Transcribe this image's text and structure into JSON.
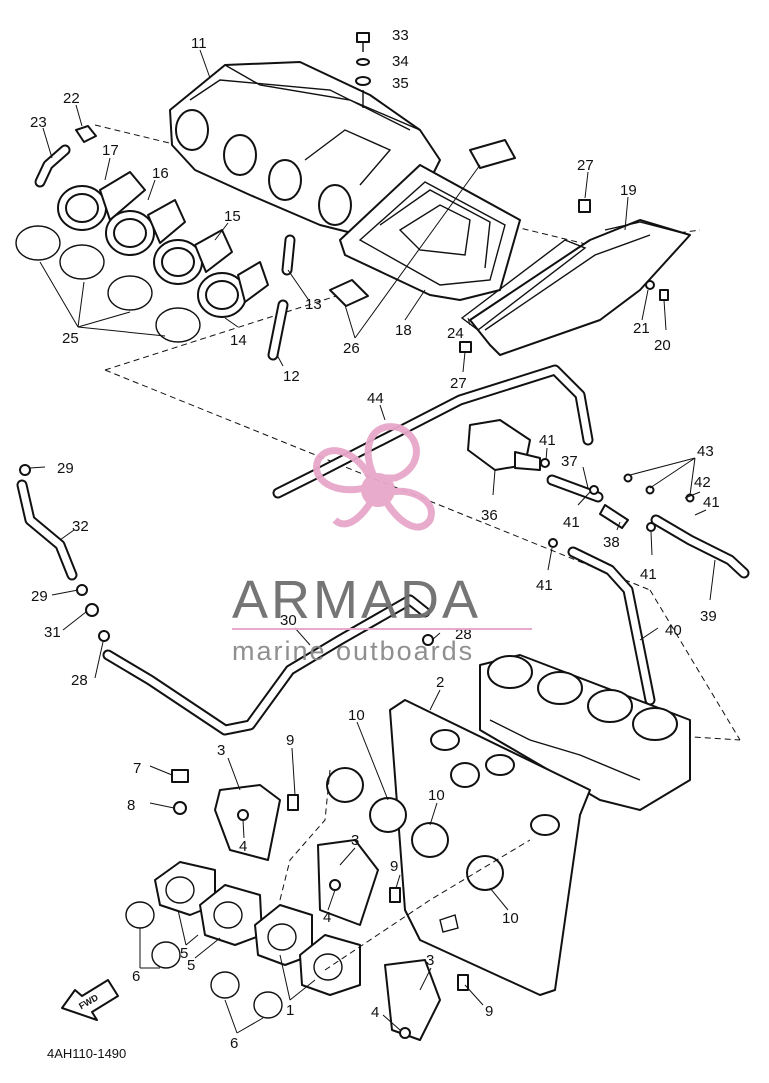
{
  "diagram": {
    "callouts": [
      {
        "id": "c11",
        "label": "11"
      },
      {
        "id": "c33",
        "label": "33"
      },
      {
        "id": "c34",
        "label": "34"
      },
      {
        "id": "c35",
        "label": "35"
      },
      {
        "id": "c22",
        "label": "22"
      },
      {
        "id": "c23",
        "label": "23"
      },
      {
        "id": "c17",
        "label": "17"
      },
      {
        "id": "c16",
        "label": "16"
      },
      {
        "id": "c15",
        "label": "15"
      },
      {
        "id": "c27a",
        "label": "27"
      },
      {
        "id": "c19",
        "label": "19"
      },
      {
        "id": "c25",
        "label": "25"
      },
      {
        "id": "c14",
        "label": "14"
      },
      {
        "id": "c13",
        "label": "13"
      },
      {
        "id": "c12",
        "label": "12"
      },
      {
        "id": "c26",
        "label": "26"
      },
      {
        "id": "c18",
        "label": "18"
      },
      {
        "id": "c24",
        "label": "24"
      },
      {
        "id": "c27b",
        "label": "27"
      },
      {
        "id": "c21",
        "label": "21"
      },
      {
        "id": "c20",
        "label": "20"
      },
      {
        "id": "c44",
        "label": "44"
      },
      {
        "id": "c41a",
        "label": "41"
      },
      {
        "id": "c37",
        "label": "37"
      },
      {
        "id": "c43",
        "label": "43"
      },
      {
        "id": "c42",
        "label": "42"
      },
      {
        "id": "c41b",
        "label": "41"
      },
      {
        "id": "c36",
        "label": "36"
      },
      {
        "id": "c41c",
        "label": "41"
      },
      {
        "id": "c38",
        "label": "38"
      },
      {
        "id": "c41d",
        "label": "41"
      },
      {
        "id": "c41e",
        "label": "41"
      },
      {
        "id": "c39",
        "label": "39"
      },
      {
        "id": "c29a",
        "label": "29"
      },
      {
        "id": "c32",
        "label": "32"
      },
      {
        "id": "c40",
        "label": "40"
      },
      {
        "id": "c29b",
        "label": "29"
      },
      {
        "id": "c31",
        "label": "31"
      },
      {
        "id": "c30",
        "label": "30"
      },
      {
        "id": "c28a",
        "label": "28"
      },
      {
        "id": "c28b",
        "label": "28"
      },
      {
        "id": "c2",
        "label": "2"
      },
      {
        "id": "c10a",
        "label": "10"
      },
      {
        "id": "c9a",
        "label": "9"
      },
      {
        "id": "c3a",
        "label": "3"
      },
      {
        "id": "c7",
        "label": "7"
      },
      {
        "id": "c8",
        "label": "8"
      },
      {
        "id": "c4a",
        "label": "4"
      },
      {
        "id": "c10b",
        "label": "10"
      },
      {
        "id": "c3b",
        "label": "3"
      },
      {
        "id": "c9b",
        "label": "9"
      },
      {
        "id": "c4b",
        "label": "4"
      },
      {
        "id": "c10c",
        "label": "10"
      },
      {
        "id": "c5a",
        "label": "5"
      },
      {
        "id": "c5b",
        "label": "5"
      },
      {
        "id": "c6a",
        "label": "6"
      },
      {
        "id": "c1",
        "label": "1"
      },
      {
        "id": "c3c",
        "label": "3"
      },
      {
        "id": "c9c",
        "label": "9"
      },
      {
        "id": "c4c",
        "label": "4"
      },
      {
        "id": "c6b",
        "label": "6"
      }
    ],
    "fwd_label": "FWD",
    "drawing_code": "4AH110-1490"
  },
  "watermark": {
    "name": "ARMADA",
    "subtitle": "marine outboards",
    "logo_color": "#e7a7c9",
    "text_color": "#6e6e6e"
  }
}
